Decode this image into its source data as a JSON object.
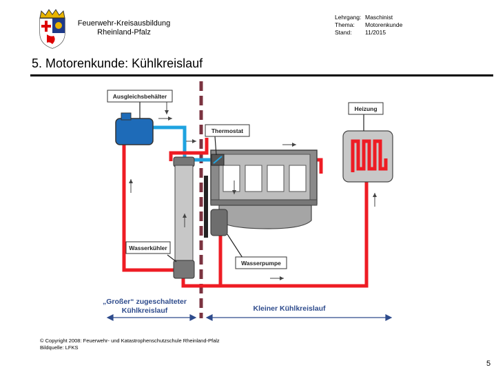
{
  "header": {
    "org_line1": "Feuerwehr-Kreisausbildung",
    "org_line2": "Rheinland-Pfalz",
    "meta": [
      {
        "key": "Lehrgang:",
        "value": "Maschinist"
      },
      {
        "key": "Thema:",
        "value": "Motorenkunde"
      },
      {
        "key": "Stand:",
        "value": "11/2015"
      }
    ]
  },
  "title": "5. Motorenkunde: Kühlkreislauf",
  "diagram": {
    "ausgleichsbehaelter": "Ausgleichsbehälter",
    "heizung": "Heizung",
    "thermostat": "Thermostat",
    "wasserkuehler": "Wasserkühler",
    "wasserpumpe": "Wasserpumpe",
    "grosser_line1": "„Großer“ zugeschalteter",
    "grosser_line2": "Kühlkreislauf",
    "kleiner": "Kleiner Kühlkreislauf"
  },
  "footer": {
    "copyright": "© Copyright 2008: Feuerwehr- und Katastrophenschutzschule Rheinland-Pfalz",
    "bildquelle": "Bildquelle: LFKS",
    "page_number": "5"
  },
  "colors": {
    "hot": "#ee1c24",
    "cold": "#1fa3e0",
    "divider": "#7b3340",
    "box_stroke": "#333333"
  }
}
